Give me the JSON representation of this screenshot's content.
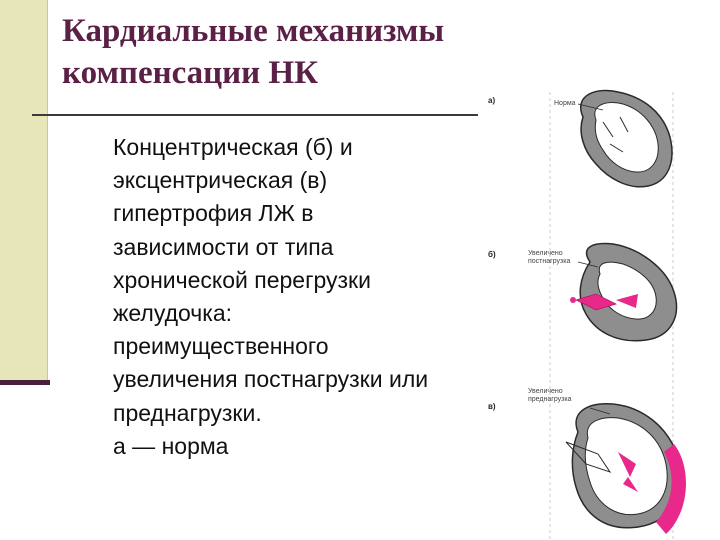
{
  "slide": {
    "title_lines": [
      "Кардиальные механизмы",
      "компенсации НК"
    ],
    "body_lines": [
      "Концентрическая (б) и",
      "эксцентрическая (в)",
      "гипертрофия ЛЖ в",
      "зависимости от типа",
      "хронической перегрузки",
      "желудочка:",
      "преимущественного",
      "увеличения постнагрузки или",
      "преднагрузки.",
      "а — норма"
    ]
  },
  "figure": {
    "panels": [
      {
        "label": "а)",
        "note": [
          "Норма"
        ]
      },
      {
        "label": "б)",
        "note": [
          "Увеличено",
          "постнагрузка"
        ]
      },
      {
        "label": "в)",
        "note": [
          "Увеличено",
          "преднагрузка"
        ]
      }
    ],
    "colors": {
      "muscle": "#8e8e8e",
      "highlight": "#e8288a",
      "outline": "#2a2a2a"
    }
  }
}
